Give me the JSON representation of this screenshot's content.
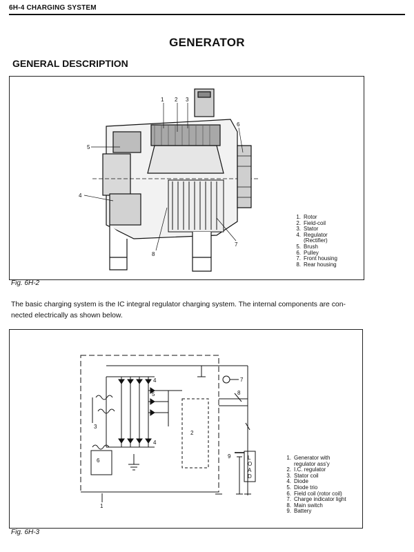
{
  "header": {
    "section": "6H-4  CHARGING SYSTEM"
  },
  "title": "GENERATOR",
  "section_heading": "GENERAL  DESCRIPTION",
  "figure1": {
    "caption": "Fig. 6H-2",
    "callouts": [
      "1",
      "2",
      "3",
      "4",
      "5",
      "6",
      "7",
      "8"
    ],
    "legend": [
      {
        "num": "1.",
        "text": "Rotor"
      },
      {
        "num": "2.",
        "text": "Field-coil"
      },
      {
        "num": "3.",
        "text": "Stator"
      },
      {
        "num": "4.",
        "text": "Regulator"
      },
      {
        "num": "",
        "text": "(Rectifier)"
      },
      {
        "num": "5.",
        "text": "Brush"
      },
      {
        "num": "6.",
        "text": "Pulley"
      },
      {
        "num": "7.",
        "text": "Front housing"
      },
      {
        "num": "8.",
        "text": "Rear housing"
      }
    ]
  },
  "paragraph": "The basic charging system is the IC integral regulator charging system. The internal components are con-nected electrically as shown below.",
  "figure2": {
    "caption": "Fig. 6H-3",
    "callouts": [
      "1",
      "2",
      "3",
      "4",
      "4",
      "5",
      "6",
      "7",
      "8",
      "9"
    ],
    "load_letters": [
      "L",
      "O",
      "A",
      "D"
    ],
    "legend": [
      {
        "num": "1.",
        "text": "Generator with"
      },
      {
        "num": "",
        "text": "regulator ass'y"
      },
      {
        "num": "2.",
        "text": "I.C. regulator"
      },
      {
        "num": "3.",
        "text": "Stator coil"
      },
      {
        "num": "4.",
        "text": "Diode"
      },
      {
        "num": "5.",
        "text": "Diode trio"
      },
      {
        "num": "6.",
        "text": "Field coil (rotor coil)"
      },
      {
        "num": "7.",
        "text": "Charge indicator light"
      },
      {
        "num": "8.",
        "text": "Main switch"
      },
      {
        "num": "9.",
        "text": "Battery"
      }
    ]
  }
}
